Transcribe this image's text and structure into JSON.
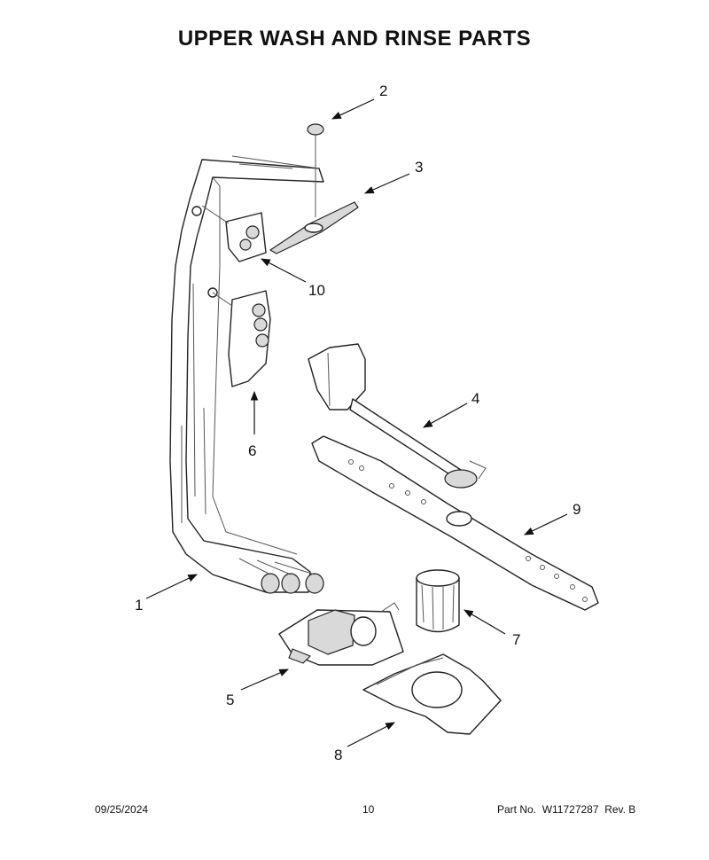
{
  "title": "UPPER WASH AND RINSE PARTS",
  "callouts": [
    "1",
    "2",
    "3",
    "4",
    "5",
    "6",
    "7",
    "8",
    "9",
    "10"
  ],
  "footer": {
    "date": "09/25/2024",
    "page": "10",
    "part_label": "Part No.",
    "part_number": "W11727287",
    "revision": "Rev. B"
  }
}
